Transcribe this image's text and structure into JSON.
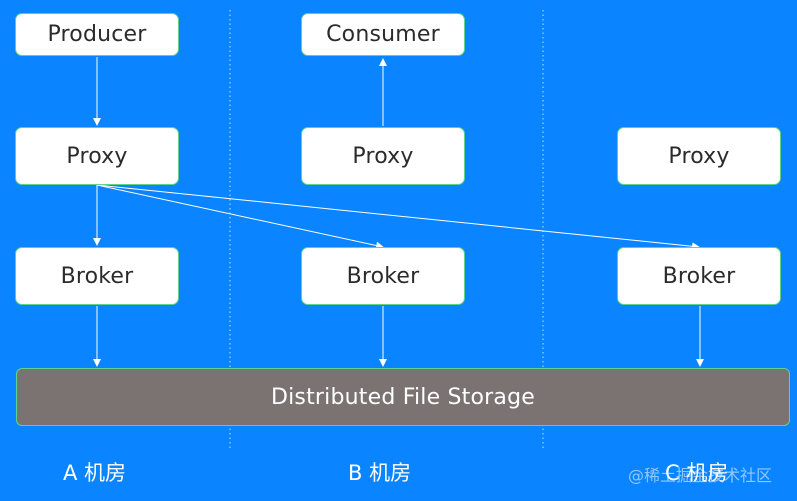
{
  "nodes": {
    "producer": "Producer",
    "consumer": "Consumer",
    "proxy_a": "Proxy",
    "proxy_b": "Proxy",
    "proxy_c": "Proxy",
    "broker_a": "Broker",
    "broker_b": "Broker",
    "broker_c": "Broker"
  },
  "storage": "Distributed File Storage",
  "rooms": {
    "a": "A 机房",
    "b": "B 机房",
    "c": "C 机房"
  },
  "watermark": "@稀土掘金技术社区",
  "colors": {
    "background": "#0a84ff",
    "node_fill": "#ffffff",
    "node_border": "#5fd38a",
    "storage_fill": "#7b7371",
    "line": "#ffffff"
  }
}
